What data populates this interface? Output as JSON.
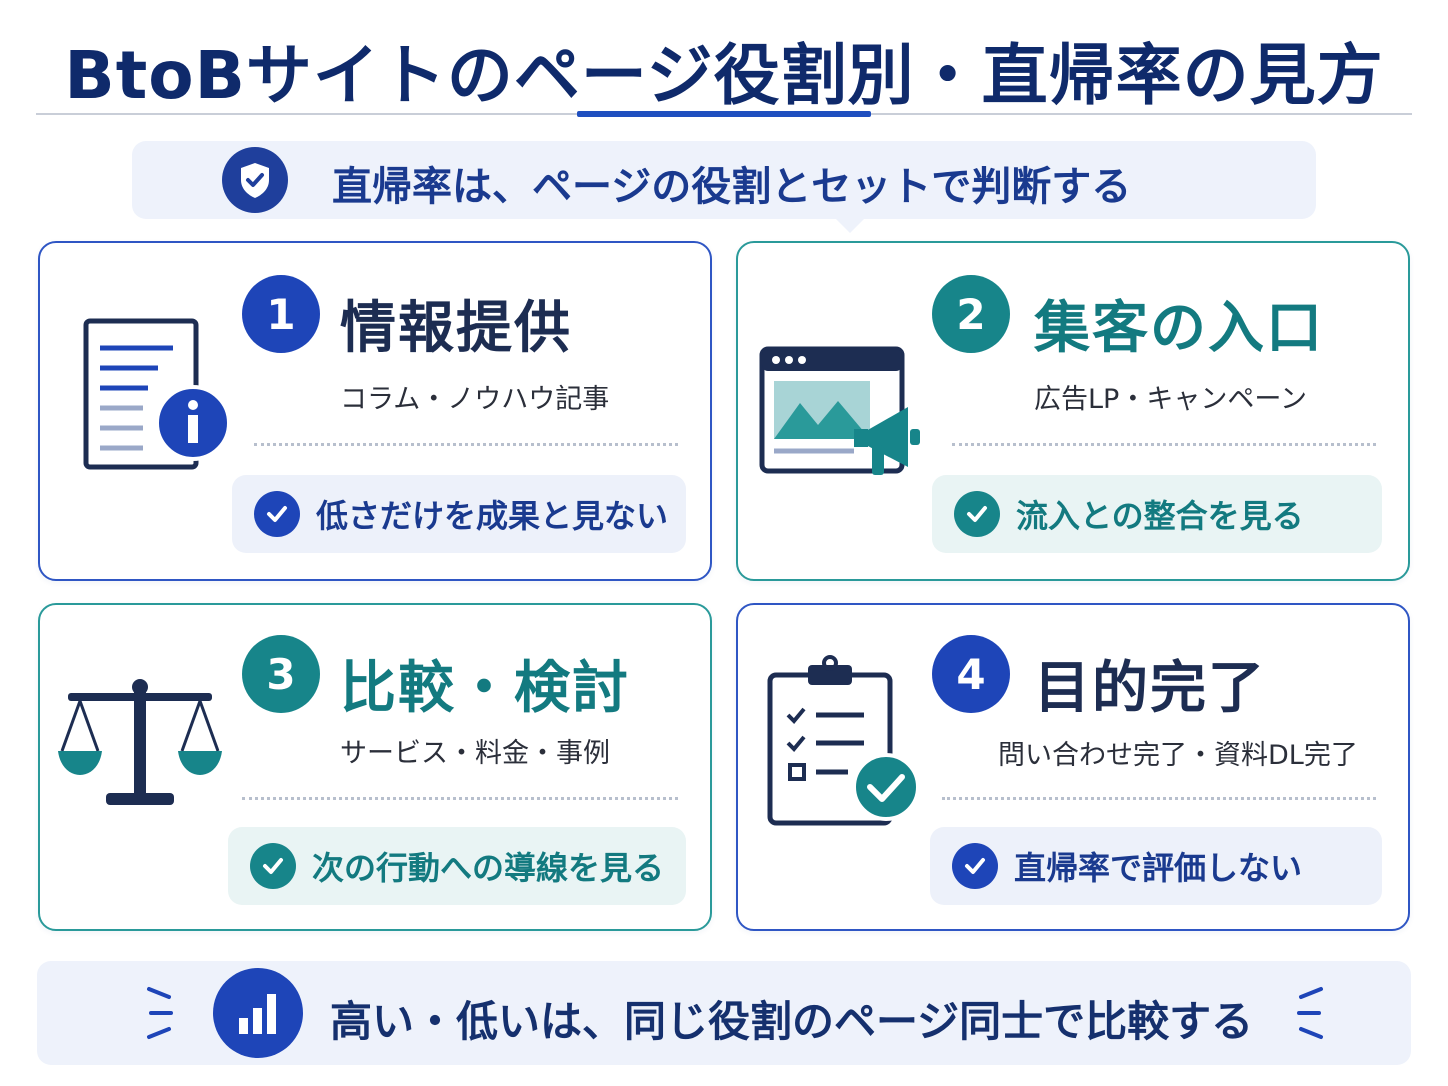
{
  "title": "BtoBサイトのページ役割別・直帰率の見方",
  "principle": {
    "text": "直帰率は、ページの役割とセットで判断する",
    "icon": "shield-check-icon"
  },
  "cards": [
    {
      "number": "1",
      "title": "情報提供",
      "subtitle": "コラム・ノウハウ記事",
      "point": "低さだけを成果と見ない",
      "icon": "document-info-icon",
      "accent": "#1e45b8"
    },
    {
      "number": "2",
      "title": "集客の入口",
      "subtitle": "広告LP・キャンペーン",
      "point": "流入との整合を見る",
      "icon": "browser-megaphone-icon",
      "accent": "#17858a"
    },
    {
      "number": "3",
      "title": "比較・検討",
      "subtitle": "サービス・料金・事例",
      "point": "次の行動への導線を見る",
      "icon": "balance-scale-icon",
      "accent": "#17858a"
    },
    {
      "number": "4",
      "title": "目的完了",
      "subtitle": "問い合わせ完了・資料DL完了",
      "point": "直帰率で評価しない",
      "icon": "clipboard-check-icon",
      "accent": "#1e45b8"
    }
  ],
  "bottom": {
    "text": "高い・低いは、同じ役割のページ同士で比較する",
    "icon": "bar-chart-icon"
  }
}
